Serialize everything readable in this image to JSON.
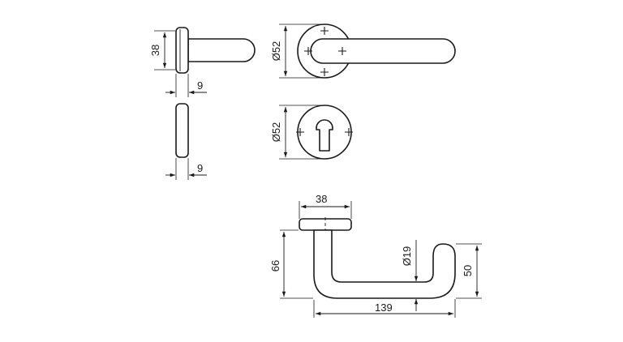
{
  "drawing": {
    "dimensions": {
      "side_view_height": "38",
      "side_view_thickness": "9",
      "escutcheon_side_thickness": "9",
      "rose_diameter": "Ø52",
      "escutcheon_diameter": "Ø52",
      "rose_top_width": "38",
      "lever_diameter": "Ø19",
      "lever_height": "66",
      "lever_length": "139",
      "lever_drop": "50"
    }
  }
}
